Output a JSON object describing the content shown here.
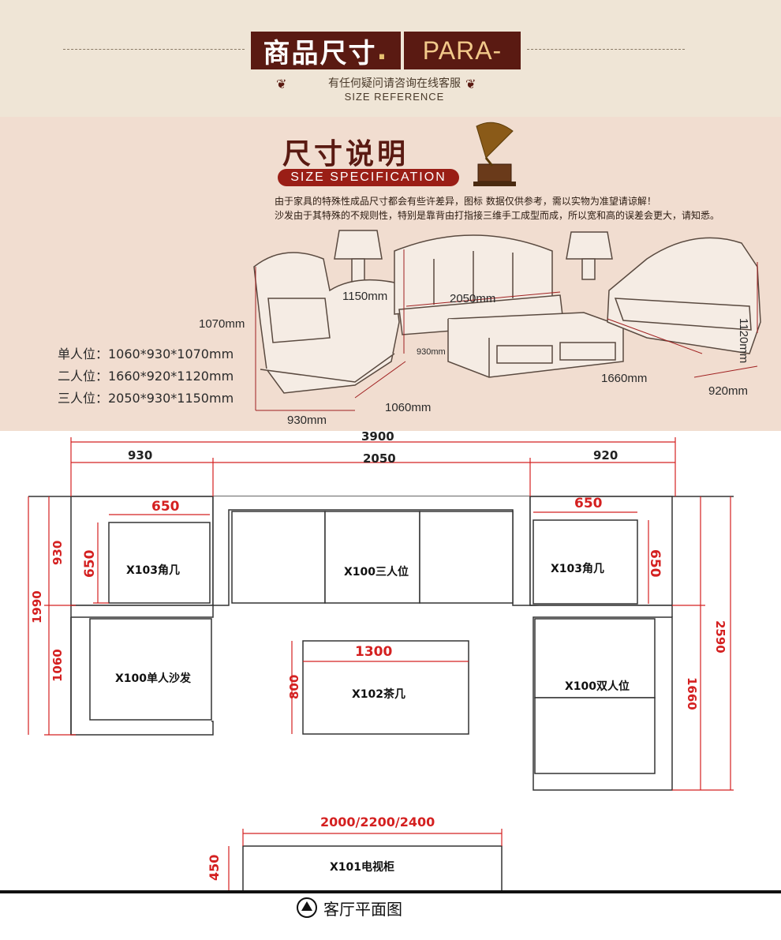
{
  "header": {
    "title": "商品尺寸",
    "title_dot": ".",
    "para": "PARA-",
    "subtitle": "有任何疑问请咨询在线客服",
    "subtitle_en": "SIZE REFERENCE",
    "ornament_left": "❦",
    "ornament_right": "❦"
  },
  "spec": {
    "title": "尺寸说明",
    "pill": "SIZE SPECIFICATION",
    "notes": [
      "由于家具的特殊性成品尺寸都会有些许差异，图标 数据仅供参考，需以实物为准望请谅解！",
      "沙发由于其特殊的不规则性，特别是靠背由打指接三维手工成型而成，所以宽和高的误差会更大，请知悉。"
    ],
    "sizes": [
      "单人位：1060*930*1070mm",
      "二人位：1660*920*1120mm",
      "三人位：2050*930*1150mm"
    ],
    "dims": {
      "d1070": "1070mm",
      "d1150": "1150mm",
      "d2050": "2050mm",
      "d1120": "1120mm",
      "d930small": "930mm",
      "d1660": "1660mm",
      "d920": "920mm",
      "d1060": "1060mm",
      "d930": "930mm"
    }
  },
  "plan": {
    "top": {
      "total": "3900",
      "left": "930",
      "mid": "2050",
      "right": "920"
    },
    "left": {
      "upper": "930",
      "lower": "1060",
      "total": "1990"
    },
    "right": {
      "total": "2590",
      "lower": "1660"
    },
    "corner_left": {
      "w": "650",
      "h": "650",
      "label": "X103角几"
    },
    "corner_right": {
      "w": "650",
      "h": "650",
      "label": "X103角几"
    },
    "three_seat": {
      "label": "X100三人位"
    },
    "single": {
      "label": "X100单人沙发"
    },
    "table": {
      "w": "1300",
      "h": "800",
      "label": "X102茶几"
    },
    "two_seat": {
      "label": "X100双人位"
    },
    "tv": {
      "w": "2000/2200/2400",
      "h": "450",
      "label": "X101电视柜"
    }
  },
  "footer": {
    "label": "客厅平面图"
  },
  "colors": {
    "dim_red": "#d42020",
    "dark_brown": "#5a1a12",
    "line": "#333333"
  }
}
